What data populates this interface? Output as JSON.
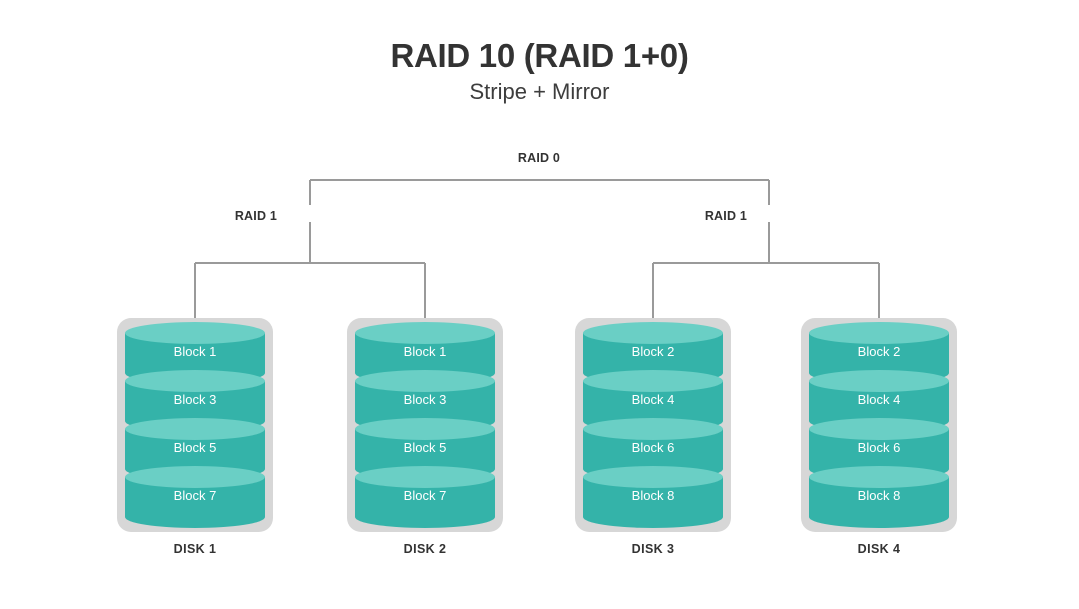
{
  "title": {
    "main": "RAID 10 (RAID 1+0)",
    "subtitle": "Stripe + Mirror"
  },
  "tree": {
    "root_label": "RAID 0",
    "branch_left_label": "RAID 1",
    "branch_right_label": "RAID 1"
  },
  "colors": {
    "background": "#ffffff",
    "block_body": "#34b3a9",
    "block_top": "#6acfc5",
    "disk_case": "#d7d7d7",
    "connector_line": "#9a9a9a",
    "text": "#333333",
    "block_text": "#ffffff"
  },
  "disks": [
    {
      "name": "DISK 1",
      "blocks": [
        "Block 1",
        "Block 3",
        "Block 5",
        "Block 7"
      ]
    },
    {
      "name": "DISK 2",
      "blocks": [
        "Block 1",
        "Block 3",
        "Block 5",
        "Block 7"
      ]
    },
    {
      "name": "DISK 3",
      "blocks": [
        "Block 2",
        "Block 4",
        "Block 6",
        "Block 8"
      ]
    },
    {
      "name": "DISK 4",
      "blocks": [
        "Block 2",
        "Block 4",
        "Block 6",
        "Block 8"
      ]
    }
  ]
}
